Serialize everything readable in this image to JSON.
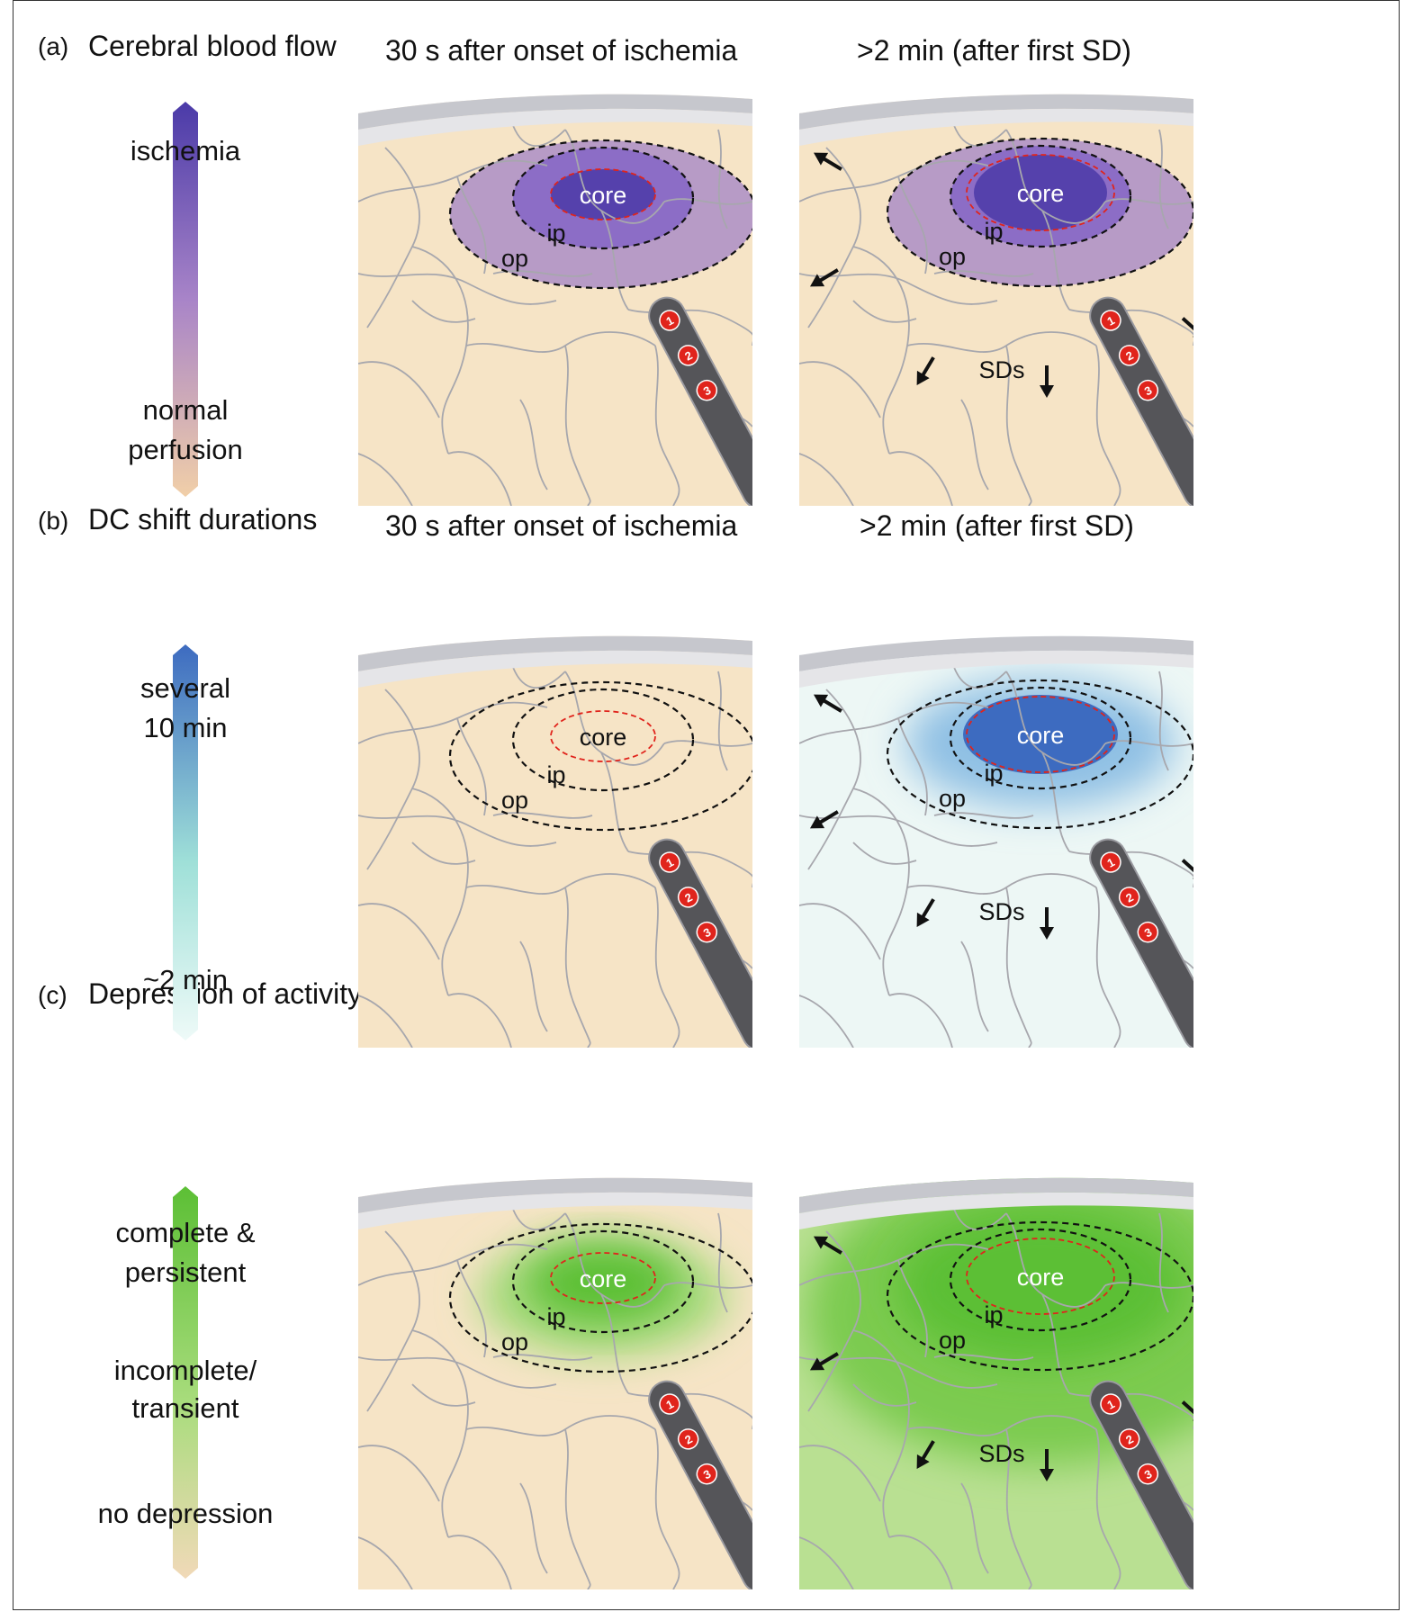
{
  "rows": [
    {
      "letter": "(a)",
      "title": "Cerebral blood flow",
      "scale_top": "ischemia",
      "scale_bottom_1": "normal",
      "scale_bottom_2": "perfusion",
      "colors": {
        "top": "#4a3aa8",
        "mid": "#a884c8",
        "bottom": "#f1cfa8"
      }
    },
    {
      "letter": "(b)",
      "title": "DC shift durations",
      "scale_top_1": "several",
      "scale_top_2": "10 min",
      "scale_bottom": "~2 min",
      "colors": {
        "top": "#3d6bc0",
        "mid": "#9fe0d8",
        "bottom": "#eefaf8"
      }
    },
    {
      "letter": "(c)",
      "title": "Depression of activity",
      "scale_top_1": "complete &",
      "scale_top_2": "persistent",
      "scale_mid_1": "incomplete/",
      "scale_mid_2": "transient",
      "scale_bottom": "no depression",
      "colors": {
        "top": "#5cbf35",
        "mid": "#a8dc7c",
        "bottom": "#f1d9b8"
      }
    }
  ],
  "columns": {
    "early": "30 s after onset of ischemia",
    "late": ">2 min (after first SD)"
  },
  "labels": {
    "core": "core",
    "ip": "ip",
    "op": "op",
    "sds": "SDs",
    "electrodes": [
      "1",
      "2",
      "3"
    ]
  },
  "colors": {
    "tissue": "#f6e4c6",
    "vessel": "#a7a7ad",
    "skull": "#c6c7cd",
    "electrode": "#555559",
    "contact": "#e0241c",
    "boundary": "#111111",
    "core_boundary": "#e0241c"
  }
}
